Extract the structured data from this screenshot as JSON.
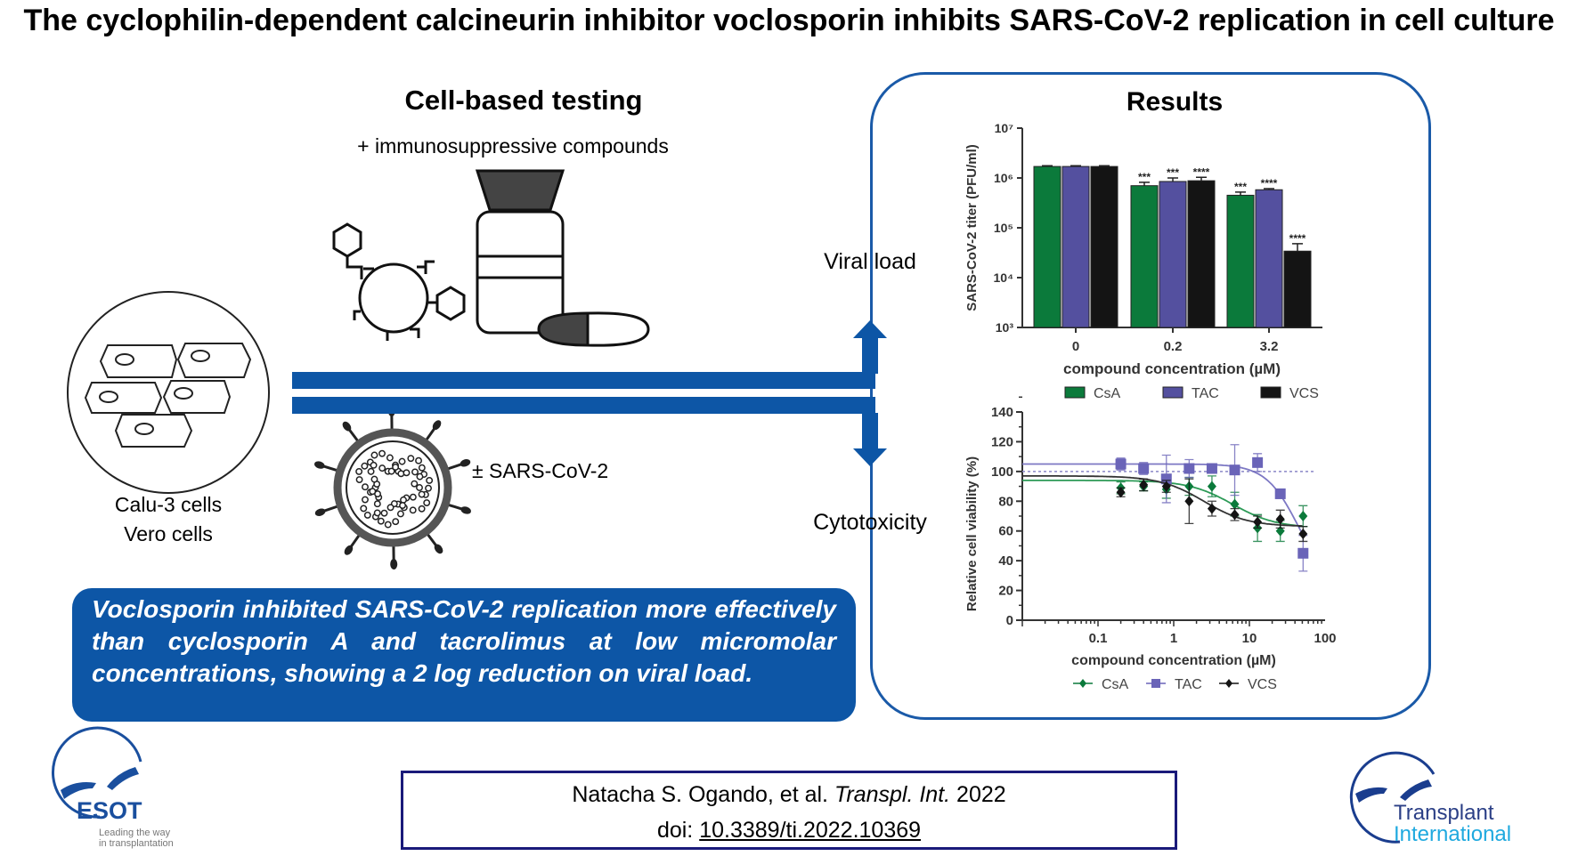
{
  "title": "The cyclophilin-dependent calcineurin inhibitor voclosporin inhibits SARS-CoV-2 replication in cell culture",
  "left": {
    "heading": "Cell-based testing",
    "compounds_label": "+ immunosuppressive compounds",
    "cells_line1": "Calu-3 cells",
    "cells_line2": "Vero cells",
    "virus_label": "± SARS-CoV-2",
    "viral_load": "Viral load",
    "cytotoxicity": "Cytotoxicity"
  },
  "conclusion": "Voclosporin inhibited SARS-CoV-2 replication more effectively than cyclosporin A and tacrolimus at low micromolar concentrations, showing a 2 log reduction on viral load.",
  "results_title": "Results",
  "citation": {
    "authors": "Natacha S. Ogando, et al.",
    "journal": "Transpl. Int.",
    "year": "2022",
    "doi_prefix": "doi:",
    "doi": "10.3389/ti.2022.10369"
  },
  "logos": {
    "esot": "ESOT",
    "esot_tagline1": "Leading the way",
    "esot_tagline2": "in transplantation",
    "ti_line1": "Transplant",
    "ti_line2": "International"
  },
  "colors": {
    "CsA": "#0b7a3b",
    "TAC": "#54509f",
    "VCS": "#141414",
    "brand_blue": "#0d56a6"
  },
  "chart_data": [
    {
      "type": "bar",
      "ylabel": "SARS-CoV-2 titer (PFU/ml)",
      "xlabel": "compound concentration (µM)",
      "yscale": "log",
      "ylim": [
        1000,
        10000000
      ],
      "yticks": [
        "10³",
        "10⁴",
        "10⁵",
        "10⁶",
        "10⁷"
      ],
      "categories": [
        "0",
        "0.2",
        "3.2"
      ],
      "legend": [
        "CsA",
        "TAC",
        "VCS"
      ],
      "legend_position": "bottom",
      "series": [
        {
          "name": "CsA",
          "values": [
            1700000,
            700000,
            450000
          ],
          "errors": [
            60000,
            120000,
            70000
          ],
          "stars": [
            "",
            "***",
            "***"
          ]
        },
        {
          "name": "TAC",
          "values": [
            1700000,
            850000,
            580000
          ],
          "errors": [
            60000,
            150000,
            30000
          ],
          "stars": [
            "",
            "***",
            "****"
          ]
        },
        {
          "name": "VCS",
          "values": [
            1700000,
            880000,
            34000
          ],
          "errors": [
            60000,
            150000,
            14000
          ],
          "stars": [
            "",
            "****",
            "****"
          ]
        }
      ]
    },
    {
      "type": "scatter",
      "ylabel": "Relative cell viability (%)",
      "xlabel": "compound concentration (µM)",
      "xscale": "log",
      "xlim": [
        0.01,
        100
      ],
      "ylim": [
        0,
        140
      ],
      "xticks": [
        "0.1",
        "1",
        "10",
        "100"
      ],
      "yticks": [
        "0",
        "20",
        "40",
        "60",
        "80",
        "100",
        "120",
        "140"
      ],
      "reference_line": 100,
      "legend": [
        "CsA",
        "TAC",
        "VCS"
      ],
      "legend_position": "bottom",
      "x": [
        0.2,
        0.4,
        0.8,
        1.6,
        3.2,
        6.4,
        12.8,
        25.6,
        51.2
      ],
      "series": [
        {
          "name": "CsA",
          "marker": "diamond",
          "y": [
            89,
            90,
            88,
            90,
            90,
            78,
            62,
            60,
            70
          ],
          "err": [
            4,
            3,
            6,
            6,
            7,
            8,
            9,
            7,
            7
          ],
          "fit": {
            "top": 94,
            "bottom": 62,
            "ec50": 6,
            "hill": 1.5
          }
        },
        {
          "name": "TAC",
          "marker": "square",
          "y": [
            105,
            102,
            95,
            102,
            102,
            101,
            106,
            85,
            45
          ],
          "err": [
            4,
            4,
            16,
            6,
            3,
            17,
            6,
            3,
            12
          ],
          "fit": {
            "top": 105,
            "bottom": 20,
            "ec50": 45,
            "hill": 2
          }
        },
        {
          "name": "VCS",
          "marker": "diamond",
          "y": [
            86,
            91,
            90,
            80,
            75,
            71,
            66,
            68,
            58
          ],
          "err": [
            3,
            4,
            4,
            15,
            5,
            4,
            4,
            6,
            5
          ],
          "fit": {
            "top": 97,
            "bottom": 63,
            "ec50": 2.5,
            "hill": 1.5
          }
        }
      ]
    }
  ]
}
